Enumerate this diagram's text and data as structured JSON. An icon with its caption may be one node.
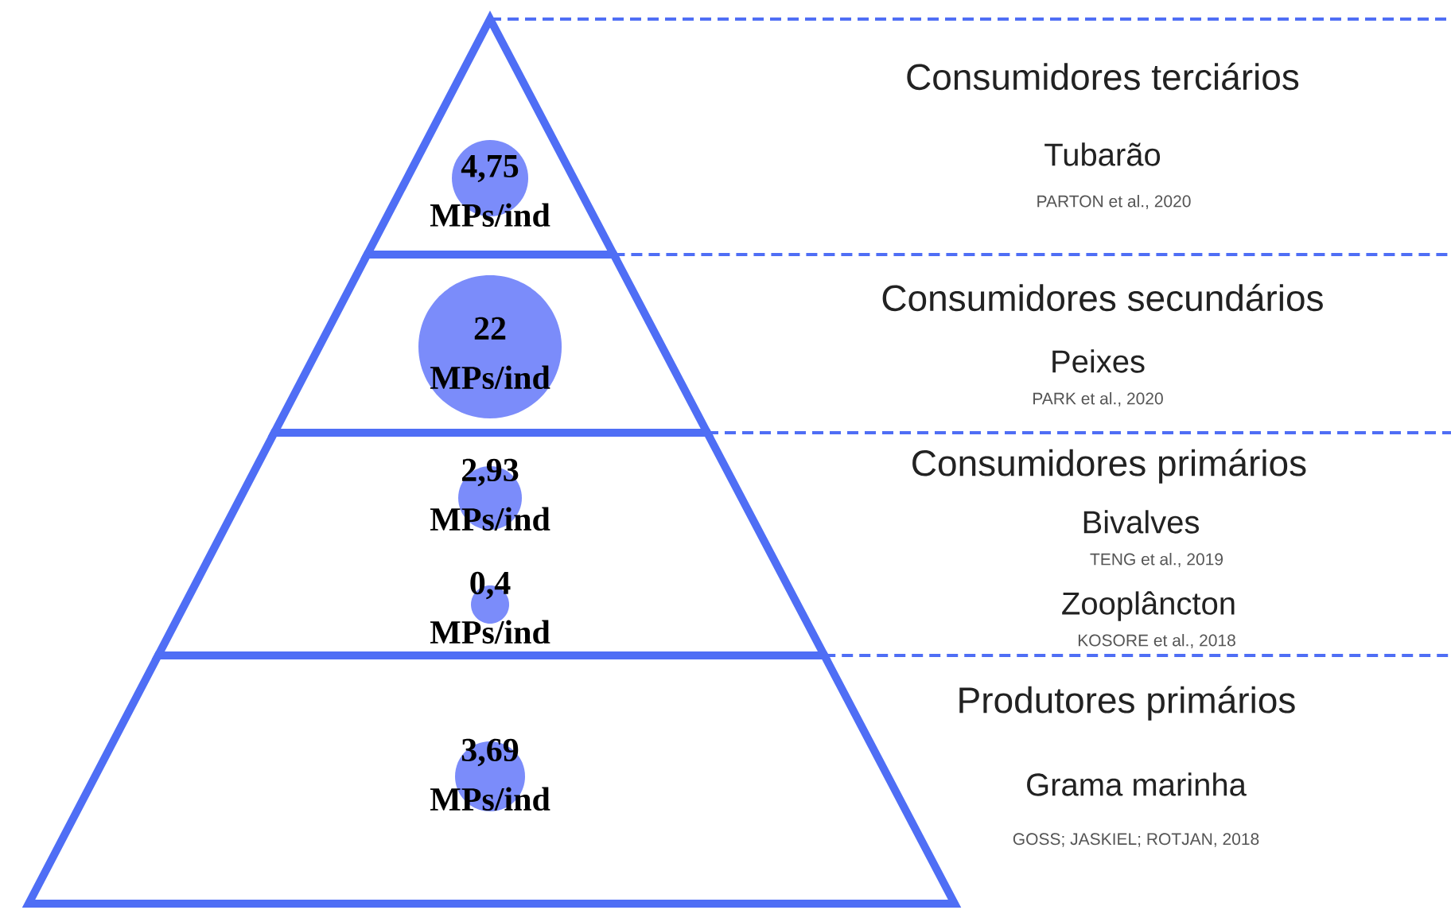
{
  "diagram": {
    "nodes": [
      {
        "text": [],
        "shape": "triangle"
      },
      {
        "text": [
          "4,75 MPs/ind"
        ],
        "in": 0
      },
      {
        "text": [],
        "shape": "trapezoid"
      },
      {
        "text": [
          "22 MPs/ind"
        ],
        "in": 2
      },
      {
        "text": [],
        "shape": "trapezoid"
      },
      {
        "text": [
          "2,93 MPs/ind"
        ],
        "in": 4
      },
      {
        "text": [
          "0,4 MPs/ind"
        ],
        "in": 4
      },
      {
        "text": [],
        "shape": "trapezoid"
      },
      {
        "text": [
          "3,69 MPs/ind"
        ],
        "in": 7
      }
    ],
    "labels": [
      "Consumidores terciários",
      "Tubarão",
      "PARTON et al., 2020",
      "Consumidores secundários",
      "Peixes",
      "PARK et al., 2020",
      "Consumidores primários",
      "Bivalves",
      "TENG et al., 2019",
      "Zooplâncton",
      "KOSORE  et al., 2018",
      "Produtores primários",
      "Grama marinha",
      "GOSS; JASKIEL; ROTJAN, 2018"
    ]
  }
}
